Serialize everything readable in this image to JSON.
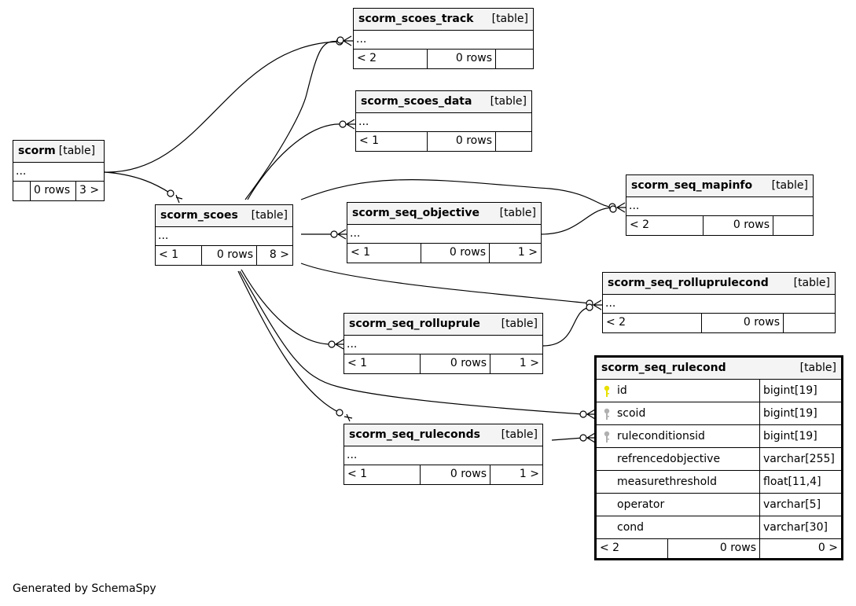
{
  "tables": {
    "scorm": {
      "name": "scorm",
      "kind": "[table]",
      "dots": "...",
      "parents": "",
      "rows": "0 rows",
      "children": "3 >"
    },
    "scorm_scoes": {
      "name": "scorm_scoes",
      "kind": "[table]",
      "dots": "...",
      "parents": "< 1",
      "rows": "0 rows",
      "children": "8 >"
    },
    "scorm_scoes_track": {
      "name": "scorm_scoes_track",
      "kind": "[table]",
      "dots": "...",
      "parents": "< 2",
      "rows": "0 rows",
      "children": ""
    },
    "scorm_scoes_data": {
      "name": "scorm_scoes_data",
      "kind": "[table]",
      "dots": "...",
      "parents": "< 1",
      "rows": "0 rows",
      "children": ""
    },
    "scorm_seq_mapinfo": {
      "name": "scorm_seq_mapinfo",
      "kind": "[table]",
      "dots": "...",
      "parents": "< 2",
      "rows": "0 rows",
      "children": ""
    },
    "scorm_seq_objective": {
      "name": "scorm_seq_objective",
      "kind": "[table]",
      "dots": "...",
      "parents": "< 1",
      "rows": "0 rows",
      "children": "1 >"
    },
    "scorm_seq_rolluprulecond": {
      "name": "scorm_seq_rolluprulecond",
      "kind": "[table]",
      "dots": "...",
      "parents": "< 2",
      "rows": "0 rows",
      "children": ""
    },
    "scorm_seq_rolluprule": {
      "name": "scorm_seq_rolluprule",
      "kind": "[table]",
      "dots": "...",
      "parents": "< 1",
      "rows": "0 rows",
      "children": "1 >"
    },
    "scorm_seq_ruleconds": {
      "name": "scorm_seq_ruleconds",
      "kind": "[table]",
      "dots": "...",
      "parents": "< 1",
      "rows": "0 rows",
      "children": "1 >"
    },
    "scorm_seq_rulecond": {
      "name": "scorm_seq_rulecond",
      "kind": "[table]",
      "columns": [
        {
          "name": "id",
          "type": "bigint[19]",
          "key": "primary"
        },
        {
          "name": "scoid",
          "type": "bigint[19]",
          "key": "foreign"
        },
        {
          "name": "ruleconditionsid",
          "type": "bigint[19]",
          "key": "foreign"
        },
        {
          "name": "refrencedobjective",
          "type": "varchar[255]",
          "key": ""
        },
        {
          "name": "measurethreshold",
          "type": "float[11,4]",
          "key": ""
        },
        {
          "name": "operator",
          "type": "varchar[5]",
          "key": ""
        },
        {
          "name": "cond",
          "type": "varchar[30]",
          "key": ""
        }
      ],
      "parents": "< 2",
      "rows": "0 rows",
      "children": "0 >"
    }
  },
  "colors": {
    "primary_key": "#e8e000",
    "foreign_key": "#b0b0b0",
    "header_bg": "#f4f4f4"
  },
  "caption": "Generated by SchemaSpy"
}
